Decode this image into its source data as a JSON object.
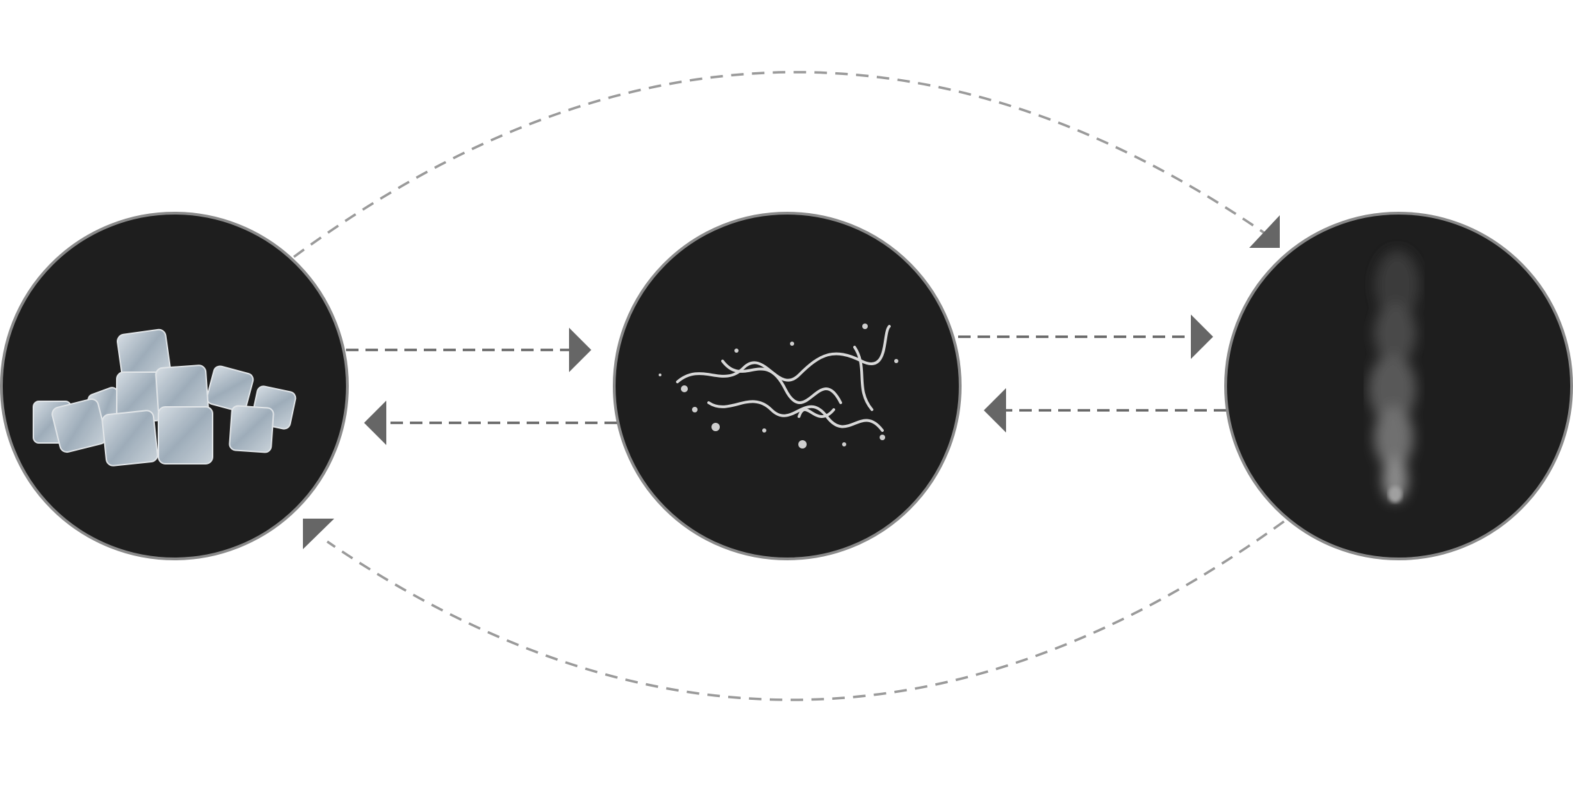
{
  "diagram": {
    "nodes": [
      {
        "id": "solid",
        "icon": "ice-cubes-icon"
      },
      {
        "id": "liquid",
        "icon": "water-splash-icon"
      },
      {
        "id": "gas",
        "icon": "steam-icon"
      }
    ],
    "edges": [
      {
        "from": "solid",
        "to": "liquid"
      },
      {
        "from": "liquid",
        "to": "solid"
      },
      {
        "from": "liquid",
        "to": "gas"
      },
      {
        "from": "gas",
        "to": "liquid"
      },
      {
        "from": "solid",
        "to": "gas"
      },
      {
        "from": "gas",
        "to": "solid"
      }
    ],
    "colors": {
      "circle_fill": "#1e1e1e",
      "circle_stroke": "#8a8a8a",
      "arrow": "#666666",
      "arc": "#9a9a9a"
    }
  }
}
